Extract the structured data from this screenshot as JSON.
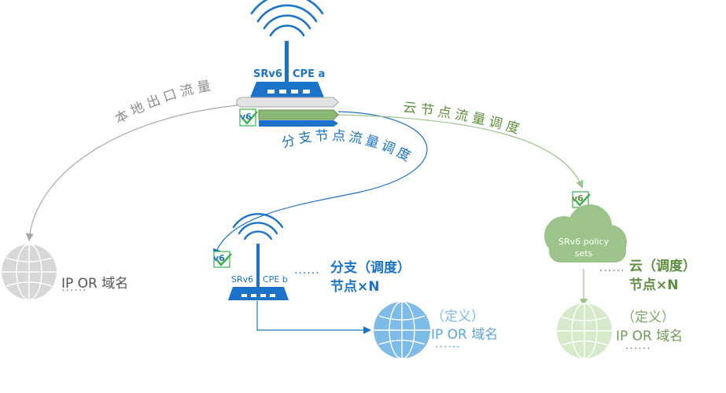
{
  "colors": {
    "blue": "#1a73c8",
    "light_blue": "#7dbbe9",
    "green": "#5e8f3e",
    "light_green": "#9cc38a",
    "gray": "#8c8c8c",
    "light_gray": "#d7d7d7",
    "check_green": "#36b44a"
  },
  "cpe_a": {
    "protocol": "SRv6",
    "name": "CPE a"
  },
  "cpe_b": {
    "protocol": "SRv6",
    "name": "CPE b"
  },
  "cloud": {
    "line1": "SRv6  policy",
    "line2": "sets"
  },
  "badge": "v6",
  "flows": {
    "local": "本地出口流量",
    "branch": "分支节点流量调度",
    "cloud": "云节点流量调度"
  },
  "branch": {
    "title": "分支（调度）",
    "count": "节点×N"
  },
  "cloud_node": {
    "title": "云（调度）",
    "count": "节点×N"
  },
  "destinations": {
    "local": {
      "label": "IP OR 域名",
      "dots": "······"
    },
    "branch": {
      "note": "（定义）",
      "label": "IP OR 域名",
      "dots": "······"
    },
    "cloud": {
      "note": "（定义）",
      "label": "IP OR 域名",
      "dots": "······"
    }
  },
  "dots_short": "······"
}
